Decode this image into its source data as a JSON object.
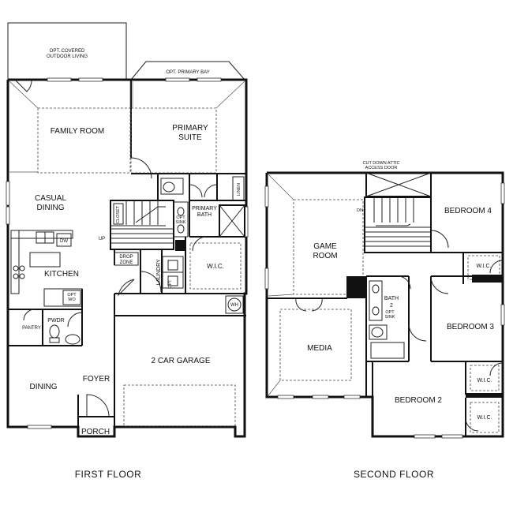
{
  "first_floor": {
    "caption": "FIRST FLOOR",
    "labels": {
      "opt_covered_outdoor_living": [
        "OPT. COVERED",
        "OUTDOOR LIVING"
      ],
      "opt_primary_bay": "OPT. PRIMARY BAY",
      "family_room": "FAMILY ROOM",
      "primary_suite": [
        "PRIMARY",
        "SUITE"
      ],
      "casual_dining": [
        "CASUAL",
        "DINING"
      ],
      "linen": "LINEN",
      "primary_bath": [
        "PRIMARY",
        "BATH"
      ],
      "opt_sink": [
        "OPT",
        "SINK"
      ],
      "up": "UP",
      "closet": "CLOSET",
      "wic": "W.I.C.",
      "dw": "DW",
      "kitchen": "KITCHEN",
      "drop_zone": [
        "DROP",
        "ZONE"
      ],
      "laundry": "LAUNDRY",
      "opt_shelf": "OPT",
      "opt_wall_oven": [
        "OPT",
        "WO"
      ],
      "pwdr": "PWDR",
      "pantry": "PANTRY",
      "wh": "WH",
      "two_car_garage": "2 CAR GARAGE",
      "dining": "DINING",
      "foyer": "FOYER",
      "porch": "PORCH"
    }
  },
  "second_floor": {
    "caption": "SECOND FLOOR",
    "labels": {
      "attic_door": [
        "CUT DOWN ATTIC",
        "ACCESS DOOR"
      ],
      "dn": "DN",
      "bedroom_4": "BEDROOM 4",
      "game_room": [
        "GAME",
        "ROOM"
      ],
      "wic_4": "W.I.C.",
      "bath_2": [
        "BATH",
        "2"
      ],
      "opt_sink": [
        "OPT",
        "SINK"
      ],
      "media": "MEDIA",
      "bedroom_3": "BEDROOM 3",
      "wic_3": "W.I.C.",
      "bedroom_2": "BEDROOM 2",
      "wic_2": "W.I.C."
    }
  }
}
